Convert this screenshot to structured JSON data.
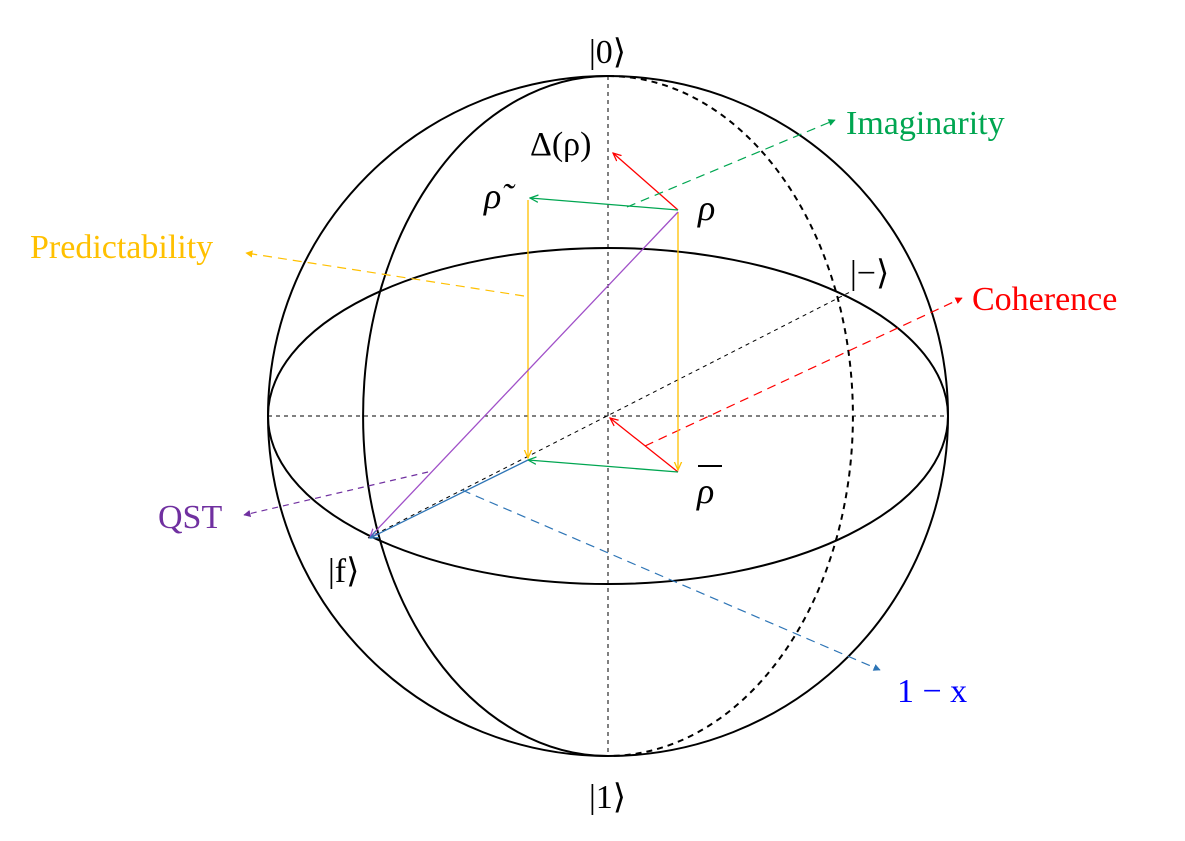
{
  "diagram": {
    "kets": {
      "zero": "|0⟩",
      "one": "|1⟩",
      "minus": "|−⟩",
      "f": "|f⟩"
    },
    "symbols": {
      "rho": "ρ",
      "rho_tilde": "ρ̃",
      "rho_bar": "ρ",
      "delta_rho": "Δ(ρ)"
    },
    "labels": {
      "imaginarity": {
        "text": "Imaginarity",
        "color": "#00a651"
      },
      "predictability": {
        "text": "Predictability",
        "color": "#ffc000"
      },
      "coherence": {
        "text": "Coherence",
        "color": "#ff0000"
      },
      "qst": {
        "text": "QST",
        "color": "#7030a0"
      },
      "one_minus_x": {
        "text": "1 − x",
        "color": "#0000ff"
      }
    },
    "colors": {
      "red_arrow": "#ff0000",
      "green_arrow": "#00a651",
      "yellow_arrow": "#ffc000",
      "purple_arrow": "#a050c8",
      "blue_arrow": "#2e75b6"
    }
  }
}
